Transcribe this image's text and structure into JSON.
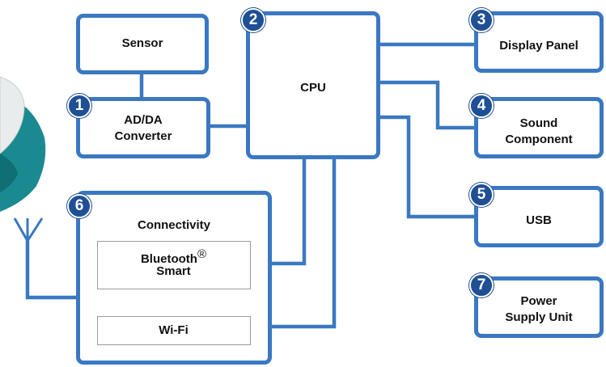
{
  "colors": {
    "frame": "#3a78c2",
    "badge": "#1f4f95",
    "device_teal": "#1a8a90",
    "device_rim": "#e9eced",
    "inner_border": "#9a9a9a"
  },
  "blocks": {
    "sensor": {
      "label": "Sensor"
    },
    "adda": {
      "label": "AD/DA\nConverter",
      "number": "1"
    },
    "cpu": {
      "label": "CPU",
      "number": "2"
    },
    "display": {
      "label": "Display Panel",
      "number": "3"
    },
    "sound": {
      "label": "Sound\nComponent",
      "number": "4"
    },
    "usb": {
      "label": "USB",
      "number": "5"
    },
    "connectivity": {
      "label": "Connectivity",
      "number": "6",
      "bluetooth": "Bluetooth",
      "bluetooth_mark": "®",
      "bluetooth_sub": "Smart",
      "wifi": "Wi-Fi"
    },
    "power": {
      "label": "Power\nSupply Unit",
      "number": "7"
    }
  },
  "icons": {
    "antenna": "antenna-icon",
    "device": "device-icon"
  }
}
